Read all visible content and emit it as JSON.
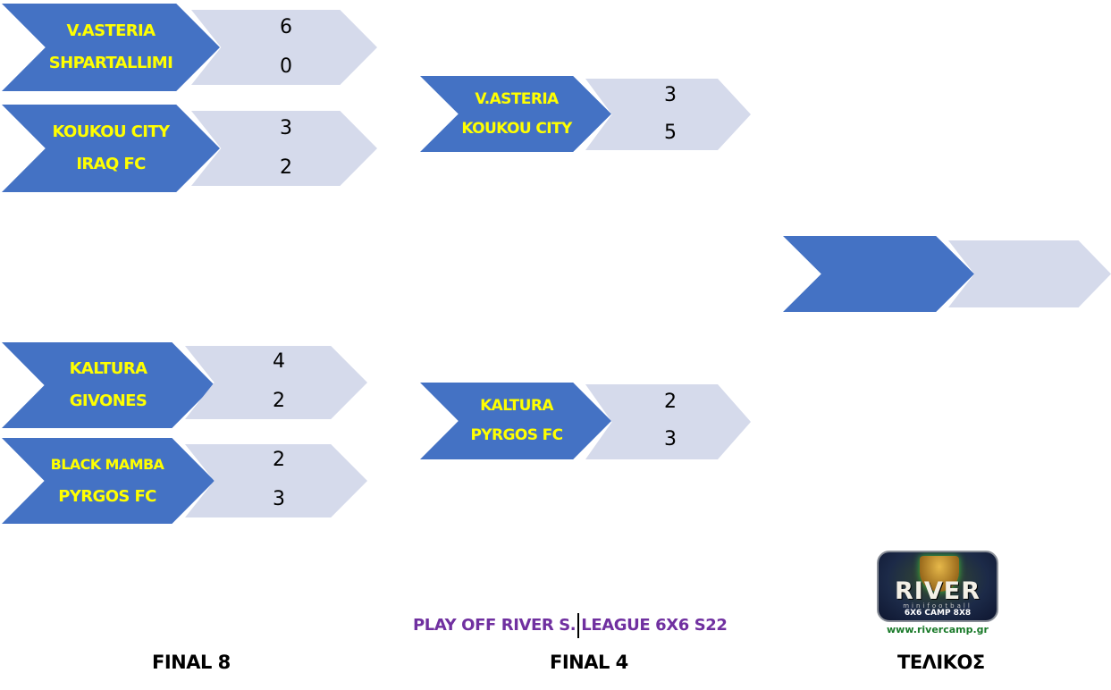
{
  "title": {
    "part1": "PLAY OFF RIVER S.",
    "part2": "LEAGUE 6X6 S22"
  },
  "rounds": {
    "final8": "FINAL 8",
    "final4": "FINAL 4",
    "final": "ΤΕΛΙΚΟΣ"
  },
  "colors": {
    "team_box": "#4472c4",
    "score_box": "#d5daeb",
    "team_text": "#ffff00",
    "title_text": "#7030a0"
  },
  "final8": [
    {
      "team1": "V.ASTERIA",
      "team2": "SHPARTALLIMI",
      "score1": "6",
      "score2": "0"
    },
    {
      "team1": "KOUKOU CITY",
      "team2": "IRAQ FC",
      "score1": "3",
      "score2": "2"
    },
    {
      "team1": "KALTURA",
      "team2": "GIVONES",
      "score1": "4",
      "score2": "2"
    },
    {
      "team1": "BLACK MAMBA",
      "team2": "PYRGOS",
      "team2_suffix": "FC",
      "score1": "2",
      "score2": "3"
    }
  ],
  "final4": [
    {
      "team1": "V.ASTERIA",
      "team2": "KOUKOU CITY",
      "score1": "3",
      "score2": "5"
    },
    {
      "team1": "KALTURA",
      "team2": "PYRGOS FC",
      "score1": "2",
      "score2": "3"
    }
  ],
  "final": {
    "team1": "",
    "team2": "",
    "score1": "",
    "score2": ""
  },
  "logo": {
    "brand": "RIVER",
    "tagline": "minifootball",
    "formats": "6X6 CAMP 8X8",
    "url": "www.rivercamp.gr"
  }
}
